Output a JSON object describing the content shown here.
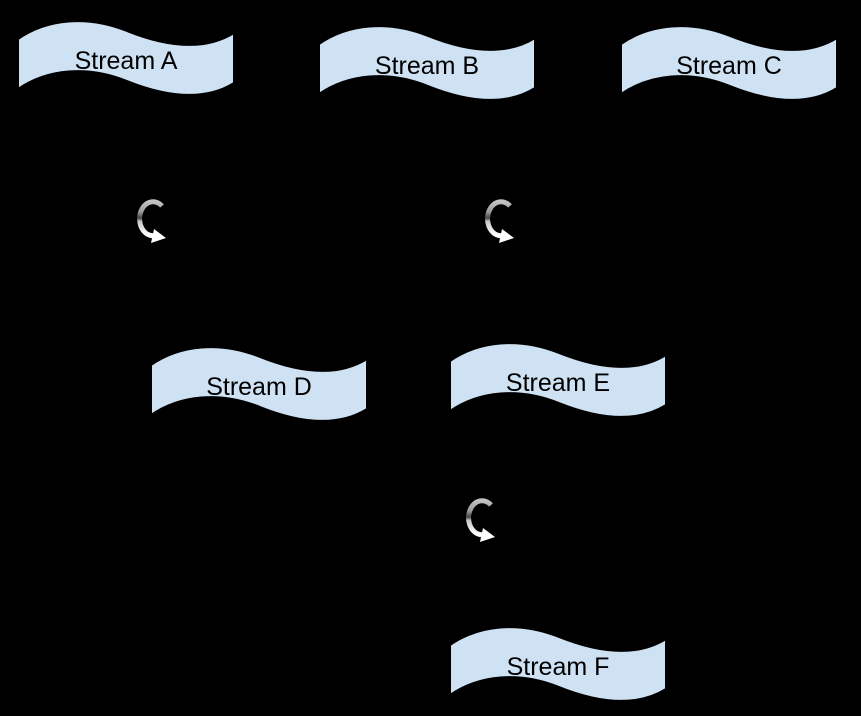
{
  "canvas": {
    "background_color": "#000000"
  },
  "diagram": {
    "description": "Stream processing flow diagram with wave-shaped stream nodes and loop transform arrows",
    "node_fill_color": "#cfe2f3",
    "node_stroke_color": "#000000",
    "label_color": "#000000",
    "nodes": [
      {
        "id": "stream-a",
        "label": "Stream A"
      },
      {
        "id": "stream-b",
        "label": "Stream B"
      },
      {
        "id": "stream-c",
        "label": "Stream C"
      },
      {
        "id": "stream-d",
        "label": "Stream D"
      },
      {
        "id": "stream-e",
        "label": "Stream E"
      },
      {
        "id": "stream-f",
        "label": "Stream F"
      }
    ],
    "operator_icon": {
      "name": "loop-arrow-icon",
      "count": 3,
      "arrow_color": "#ffffff",
      "gradient": {
        "top": "#c2c2c2",
        "upper_mid": "#9a9a9a",
        "dark_mid": "#454545",
        "lower_mid": "#c9c9c9",
        "bottom": "#ffffff"
      }
    }
  }
}
